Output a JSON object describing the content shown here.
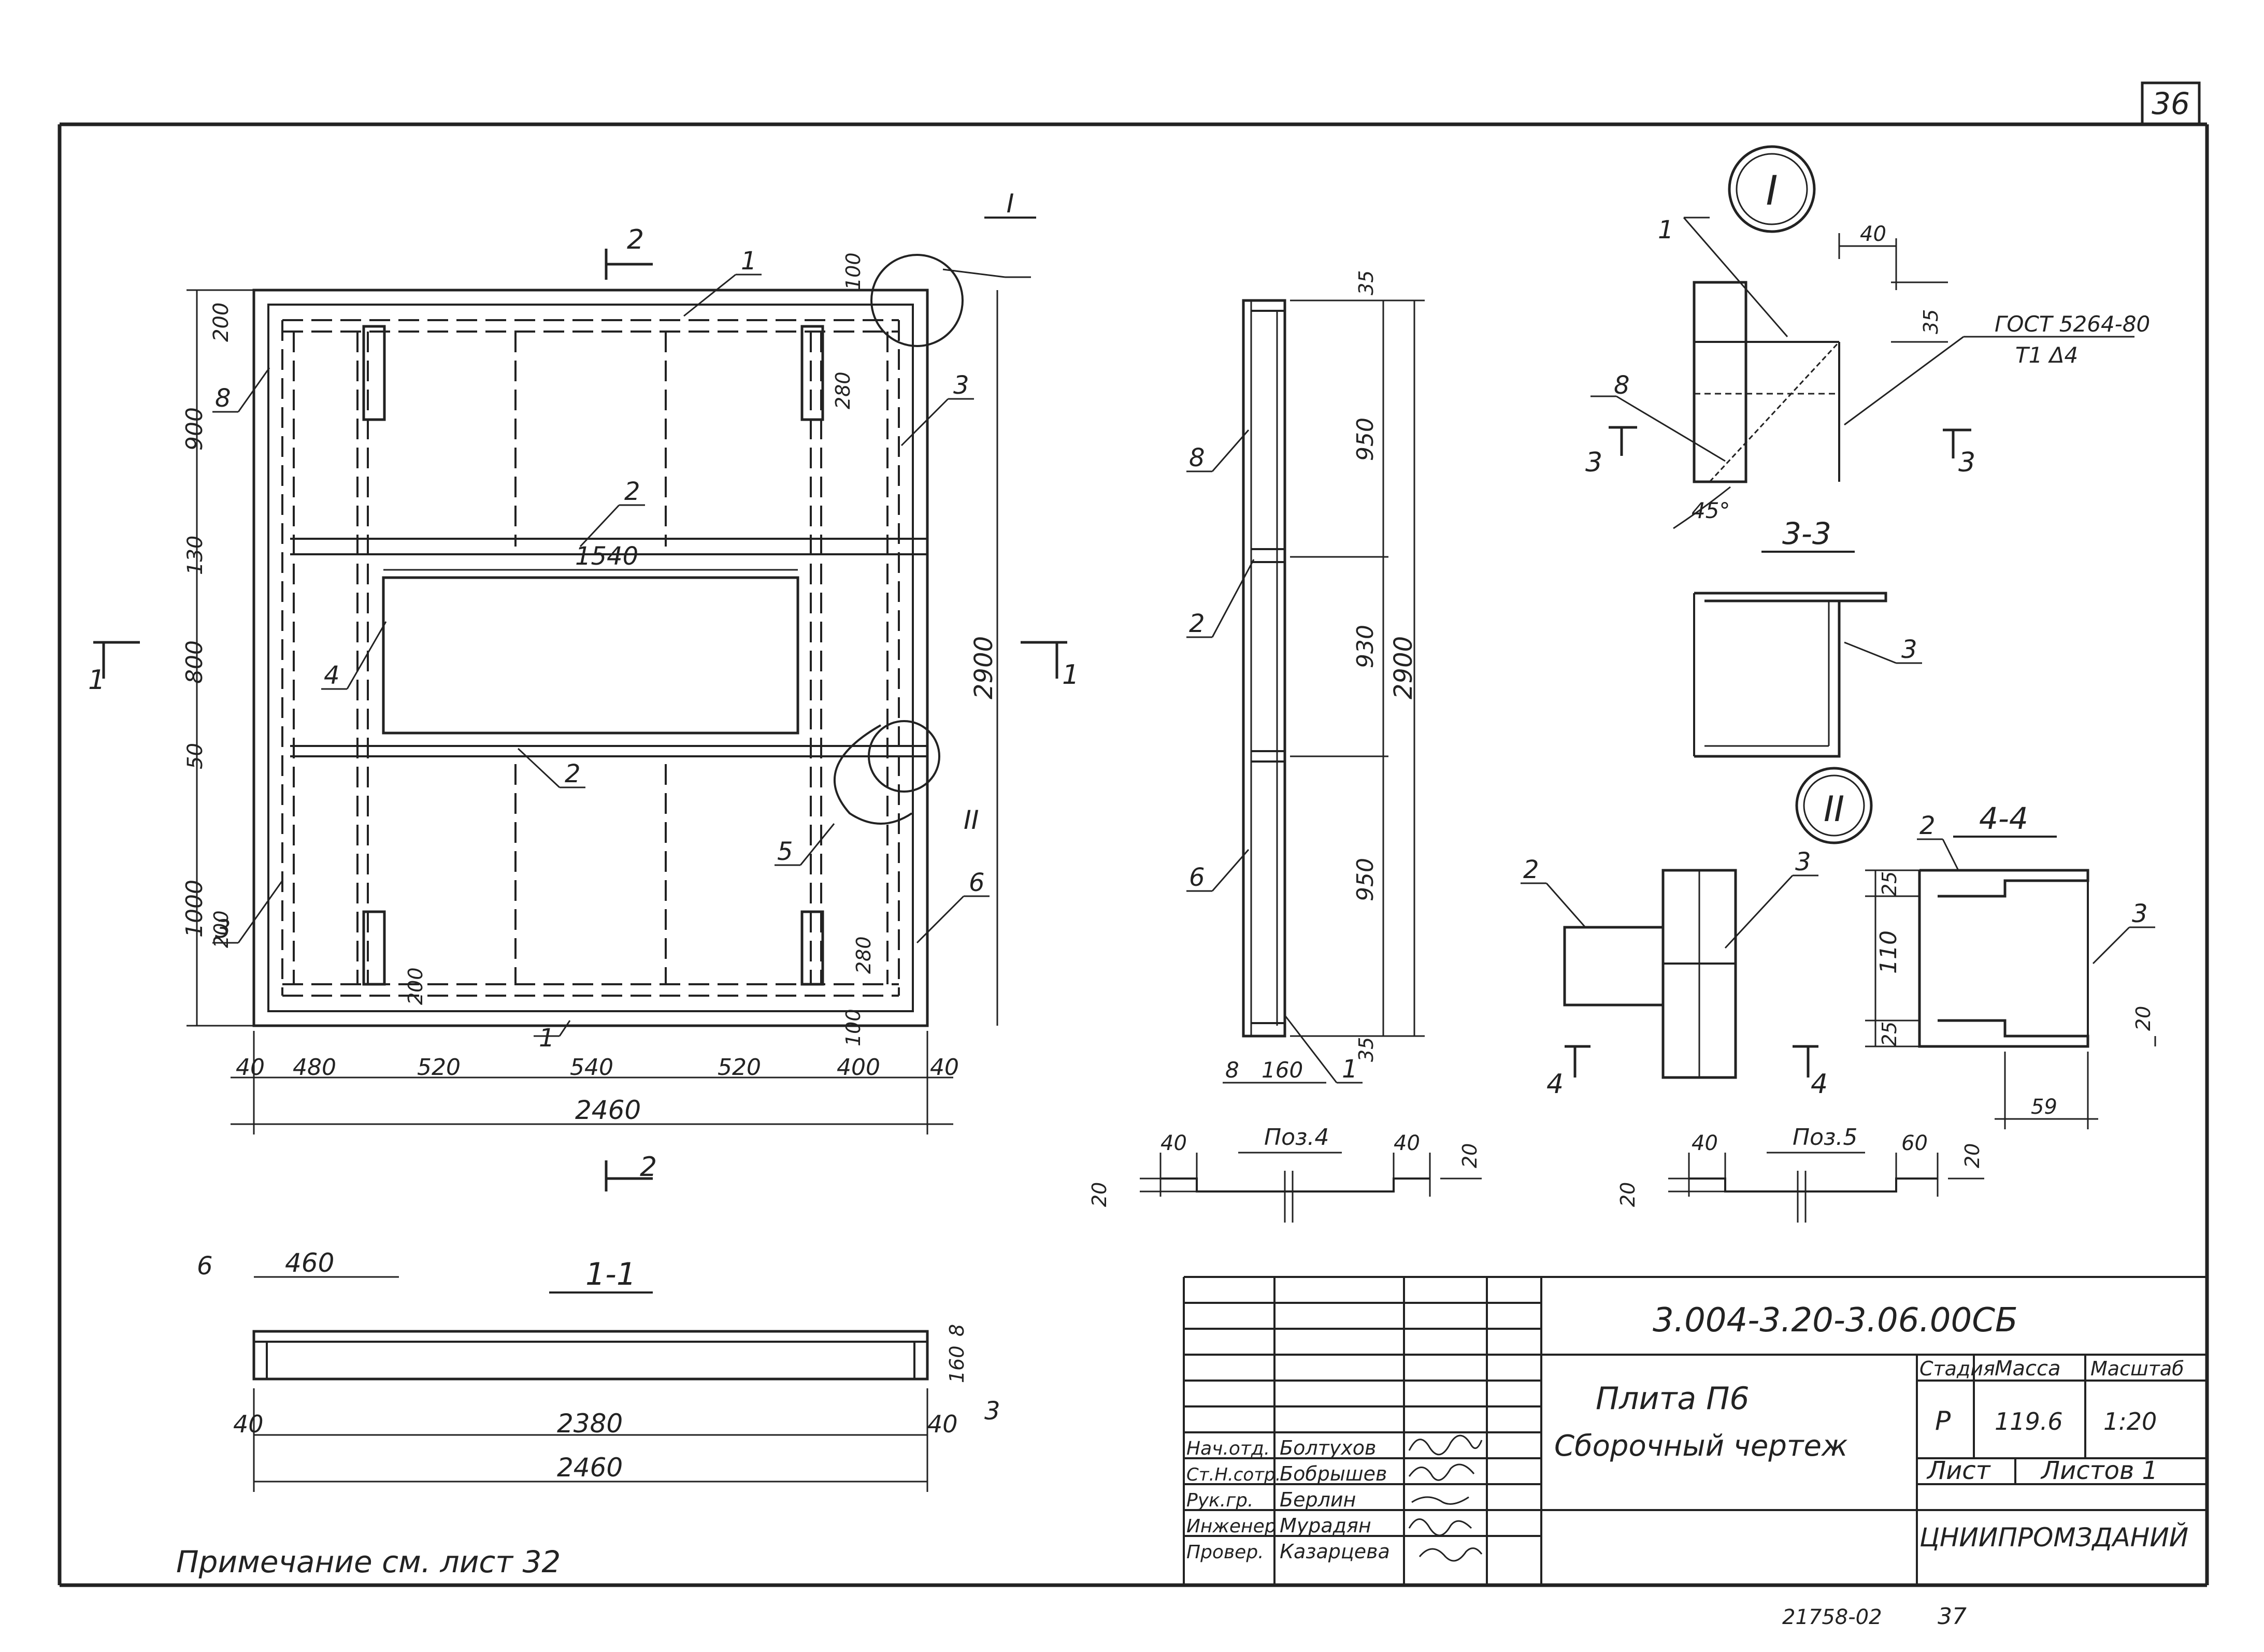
{
  "sheet": {
    "page_number": "36",
    "document_code": "3.004-3.20-3.06.00СБ",
    "title_line1": "Плита П6",
    "title_line2": "Сборочный чертеж",
    "stage_header": "Стадия",
    "mass_header": "Масса",
    "scale_header": "Масштаб",
    "stage": "Р",
    "mass": "119.6",
    "scale": "1:20",
    "sheet_label": "Лист",
    "sheets_label": "Листов 1",
    "organization": "ЦНИИПРОМЗДАНИЙ",
    "archive_number": "21758-02",
    "archive_page": "37",
    "note": "Примечание см. лист 32",
    "signatures": [
      {
        "role": "Нач.отд.",
        "name": "Болтухов"
      },
      {
        "role": "Ст.Н.сотр.",
        "name": "Бобрышев"
      },
      {
        "role": "Рук.гр.",
        "name": "Берлин"
      },
      {
        "role": "Инженер",
        "name": "Мурадян"
      },
      {
        "role": "Провер.",
        "name": "Казарцева"
      }
    ]
  },
  "plan": {
    "dims_bottom": [
      "40",
      "480",
      "520",
      "540",
      "520",
      "400",
      "40"
    ],
    "overall_width": "2460",
    "dims_left": [
      "200",
      "900",
      "130",
      "800",
      "50",
      "1000"
    ],
    "overall_height": "2900",
    "opening_width": "1540",
    "detail_dims": [
      "100",
      "200",
      "280",
      "280",
      "200",
      "100"
    ],
    "position_labels": [
      "1",
      "2",
      "3",
      "4",
      "5",
      "6",
      "8"
    ],
    "section_marks": [
      "1",
      "2"
    ],
    "callouts": [
      "I",
      "II"
    ]
  },
  "section_1_1": {
    "label": "1-1",
    "dims": [
      "460",
      "40",
      "2380",
      "40",
      "2460",
      "8",
      "160"
    ],
    "position_labels": [
      "6",
      "3"
    ]
  },
  "side_view": {
    "dims": [
      "35",
      "950",
      "930",
      "950",
      "35",
      "2900",
      "8",
      "160"
    ],
    "position_labels": [
      "8",
      "2",
      "6",
      "1"
    ]
  },
  "detail_I": {
    "label": "I",
    "dims": [
      "40",
      "35",
      "45°"
    ],
    "standard": "ГОСТ 5264-80",
    "weld": "Т1 Δ4",
    "position_labels": [
      "1",
      "8"
    ],
    "section_mark": "3"
  },
  "section_3_3": {
    "label": "3-3",
    "position_labels": [
      "3"
    ]
  },
  "detail_II": {
    "label": "II",
    "position_labels": [
      "2",
      "3"
    ],
    "section_mark": "4"
  },
  "section_4_4": {
    "label": "4-4",
    "dims": [
      "25",
      "110",
      "25",
      "20",
      "59"
    ],
    "position_labels": [
      "2",
      "3"
    ]
  },
  "poz4": {
    "label": "Поз.4",
    "dims": [
      "40",
      "40",
      "20",
      "20"
    ]
  },
  "poz5": {
    "label": "Поз.5",
    "dims": [
      "40",
      "60",
      "20",
      "20"
    ]
  }
}
